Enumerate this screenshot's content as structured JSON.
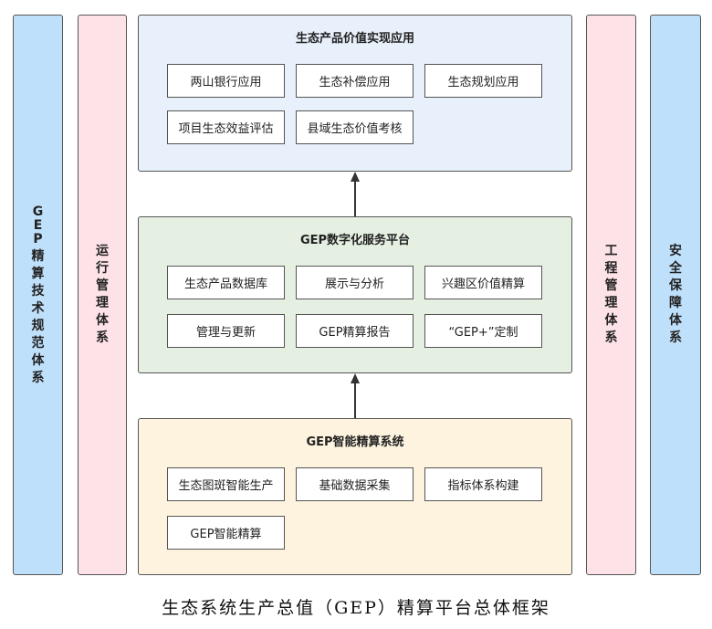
{
  "pillars": {
    "far_left": [
      "G",
      "E",
      "P",
      "精",
      "算",
      "技",
      "术",
      "规",
      "范",
      "体",
      "系"
    ],
    "near_left": [
      "运",
      "行",
      "管",
      "理",
      "体",
      "系"
    ],
    "near_right": [
      "工",
      "程",
      "管",
      "理",
      "体",
      "系"
    ],
    "far_right": [
      "安",
      "全",
      "保",
      "障",
      "体",
      "系"
    ]
  },
  "panels": {
    "top": {
      "title": "生态产品价值实现应用",
      "items": [
        "两山银行应用",
        "生态补偿应用",
        "生态规划应用",
        "项目生态效益评估",
        "县域生态价值考核"
      ]
    },
    "middle": {
      "title": "GEP数字化服务平台",
      "items": [
        "生态产品数据库",
        "展示与分析",
        "兴趣区价值精算",
        "管理与更新",
        "GEP精算报告",
        "“GEP+”定制"
      ]
    },
    "bottom": {
      "title": "GEP智能精算系统",
      "items": [
        "生态图斑智能生产",
        "基础数据采集",
        "指标体系构建",
        "GEP智能精算"
      ]
    }
  },
  "caption": "生态系统生产总值（GEP）精算平台总体框架",
  "colors": {
    "blue_pillar": "#bfe0fb",
    "pink_pillar": "#fde3e8",
    "top_panel": "#e8f0fb",
    "middle_panel": "#e5f0e3",
    "bottom_panel": "#fdf3df"
  }
}
